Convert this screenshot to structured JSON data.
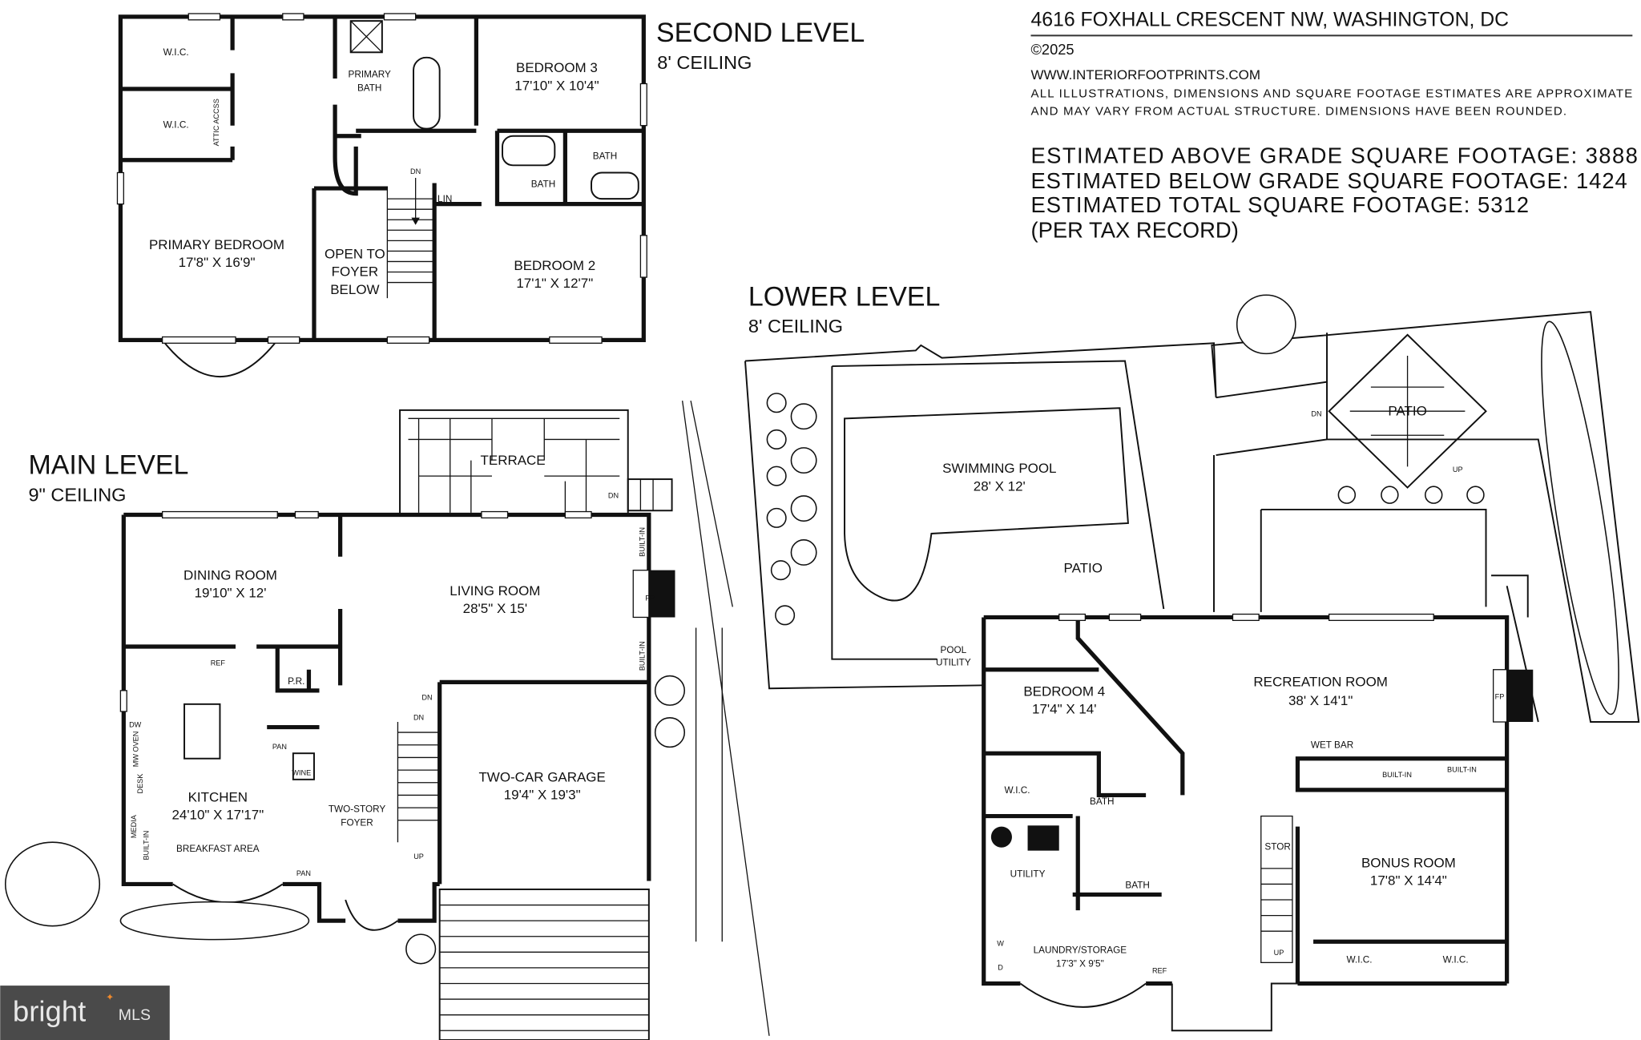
{
  "header": {
    "address": "4616 FOXHALL CRESCENT NW, WASHINGTON, DC",
    "copyright": "©2025",
    "website": "WWW.INTERIORFOOTPRINTS.COM",
    "disclaimer_1": "ALL ILLUSTRATIONS, DIMENSIONS AND SQUARE FOOTAGE ESTIMATES ARE APPROXIMATE",
    "disclaimer_2": "AND MAY VARY FROM ACTUAL STRUCTURE. DIMENSIONS HAVE BEEN ROUNDED.",
    "above_grade": "ESTIMATED ABOVE GRADE SQUARE FOOTAGE: 3888",
    "below_grade": "ESTIMATED BELOW GRADE SQUARE FOOTAGE: 1424",
    "total": "ESTIMATED TOTAL SQUARE FOOTAGE: 5312",
    "note": "(PER TAX RECORD)"
  },
  "second": {
    "title": "SECOND LEVEL",
    "ceiling": "8' CEILING",
    "wic1": "W.I.C.",
    "wic2": "W.I.C.",
    "attic": "ATTIC ACCSS",
    "pbath1": "PRIMARY",
    "pbath2": "BATH",
    "bed3": "BEDROOM 3",
    "bed3_dim": "17'10\" X 10'4\"",
    "bath_a": "BATH",
    "bath_b": "BATH",
    "lin": "LIN",
    "dn": "DN",
    "pbed": "PRIMARY BEDROOM",
    "pbed_dim": "17'8\" X 16'9\"",
    "open1": "OPEN TO",
    "open2": "FOYER",
    "open3": "BELOW",
    "bed2": "BEDROOM 2",
    "bed2_dim": "17'1\" X 12'7\""
  },
  "main": {
    "title": "MAIN LEVEL",
    "ceiling": "9\" CEILING",
    "terrace": "TERRACE",
    "dn_terrace": "DN",
    "builtin1": "BUILT-IN",
    "fp": "FP",
    "builtin2": "BUILT-IN",
    "dining": "DINING ROOM",
    "dining_dim": "19'10\" X 12'",
    "living": "LIVING ROOM",
    "living_dim": "28'5\" X 15'",
    "ref": "REF",
    "pr": "P.R.",
    "dw": "DW",
    "mw": "MW OVEN",
    "desk": "DESK",
    "media": "MEDIA",
    "builtin3": "BUILT-IN",
    "pan1": "PAN",
    "wine": "WINE",
    "dn1": "DN",
    "dn2": "DN",
    "kitchen": "KITCHEN",
    "kitchen_dim": "24'10\" X 17'17\"",
    "breakfast": "BREAKFAST AREA",
    "foyer1": "TWO-STORY",
    "foyer2": "FOYER",
    "garage": "TWO-CAR GARAGE",
    "garage_dim": "19'4\" X 19'3\"",
    "up": "UP",
    "pan2": "PAN"
  },
  "lower": {
    "title": "LOWER LEVEL",
    "ceiling": "8' CEILING",
    "pool": "SWIMMING POOL",
    "pool_dim": "28' X 12'",
    "patio1": "PATIO",
    "patio2": "PATIO",
    "dn": "DN",
    "up1": "UP",
    "pool_util1": "POOL",
    "pool_util2": "UTILITY",
    "bed4": "BEDROOM 4",
    "bed4_dim": "17'4\" X 14'",
    "rec": "RECREATION ROOM",
    "rec_dim": "38' X 14'1\"",
    "fp": "FP",
    "wetbar": "WET BAR",
    "builtin1": "BUILT-IN",
    "builtin2": "BUILT-IN",
    "wic": "W.I.C.",
    "bath1": "BATH",
    "utility": "UTILITY",
    "bath2": "BATH",
    "stor": "STOR",
    "bonus": "BONUS ROOM",
    "bonus_dim": "17'8\" X 14'4\"",
    "laundry": "LAUNDRY/STORAGE",
    "laundry_dim": "17'3\" X 9'5\"",
    "w": "W",
    "d": "D",
    "ref": "REF",
    "up2": "UP",
    "wic2": "W.I.C.",
    "wic3": "W.I.C."
  },
  "logo": {
    "brand": "bright",
    "suffix": "MLS"
  }
}
